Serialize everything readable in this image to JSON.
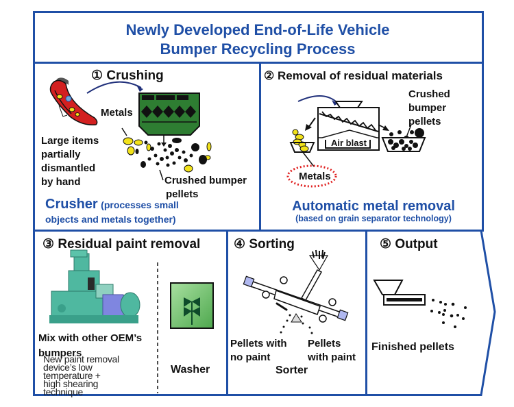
{
  "title": {
    "line1": "Newly Developed End-of-Life Vehicle",
    "line2": "Bumper Recycling Process"
  },
  "colors": {
    "frame_blue": "#1f4fa6",
    "crusher_green": "#2e7d32",
    "bumper_red": "#d32020",
    "metal_yellow": "#f2e21a",
    "metals_ring_red": "#e02020",
    "washer_green": "#6cc46c"
  },
  "steps": [
    {
      "number": "①",
      "heading": "Crushing",
      "labels": {
        "large_items": [
          "Large items",
          "partially",
          "dismantled",
          "by hand"
        ],
        "metals": "Metals",
        "pellets": [
          "Crushed bumper",
          "pellets"
        ]
      },
      "caption_main": "Crusher",
      "caption_sub_1": "(processes small",
      "caption_sub_2": "objects and metals together)",
      "icons": [
        "bumper-icon",
        "crusher-icon",
        "pellets-icon"
      ]
    },
    {
      "number": "②",
      "heading": "Removal of residual materials",
      "labels": {
        "pellets": [
          "Crushed",
          "bumper",
          "pellets"
        ],
        "air_blast": "Air blast",
        "metals": "Metals"
      },
      "caption_main": "Automatic metal removal",
      "caption_sub": "(based on grain separator technology)",
      "icons": [
        "grain-separator-icon",
        "metal-tray-icon",
        "pellet-tray-icon"
      ]
    },
    {
      "number": "③",
      "heading": "Residual paint removal",
      "labels": {
        "mix": [
          "Mix with other OEM’s",
          "bumpers"
        ],
        "device_note": [
          "New paint removal",
          "device’s low",
          "temperature +",
          "high shearing",
          "technique"
        ],
        "washer": "Washer"
      },
      "icons": [
        "paint-removal-machine-icon",
        "washer-icon"
      ]
    },
    {
      "number": "④",
      "heading": "Sorting",
      "labels": {
        "no_paint": [
          "Pellets with",
          "no paint"
        ],
        "with_paint": [
          "Pellets",
          "with paint"
        ],
        "sorter": "Sorter"
      },
      "icons": [
        "sorter-icon"
      ]
    },
    {
      "number": "⑤",
      "heading": "Output",
      "labels": {
        "finished": "Finished pellets"
      },
      "icons": [
        "extruder-icon"
      ]
    }
  ]
}
